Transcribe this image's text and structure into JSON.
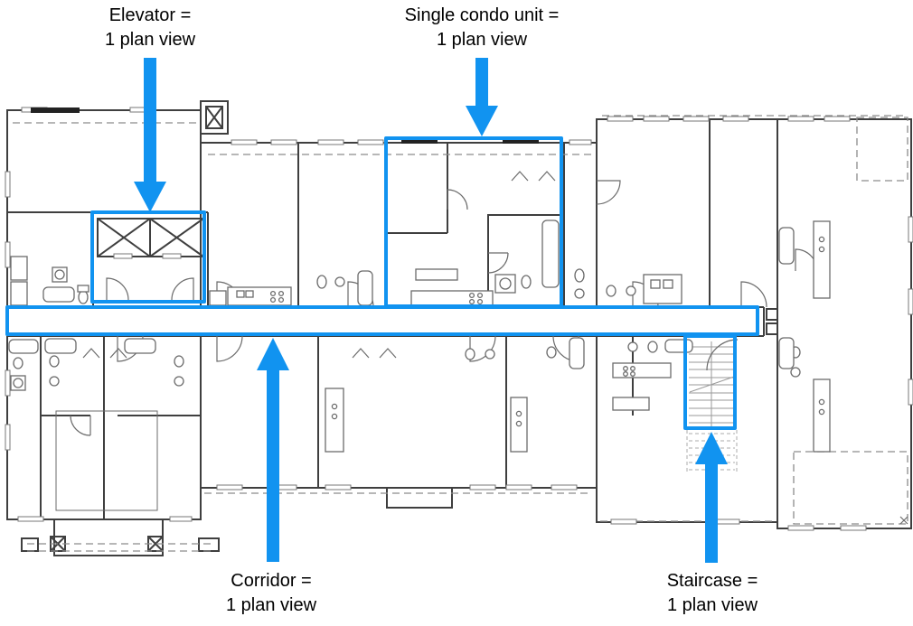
{
  "callouts": {
    "elevator": {
      "line1": "Elevator =",
      "line2": "1 plan view"
    },
    "condo": {
      "line1": "Single condo unit =",
      "line2": "1 plan view"
    },
    "corridor": {
      "line1": "Corridor =",
      "line2": "1 plan view"
    },
    "staircase": {
      "line1": "Staircase =",
      "line2": "1 plan view"
    }
  },
  "colors": {
    "accent": "#1193f0",
    "wall": "#3f3f3f",
    "fixture": "#6b6b6b",
    "dashed": "#8c8c8c"
  }
}
